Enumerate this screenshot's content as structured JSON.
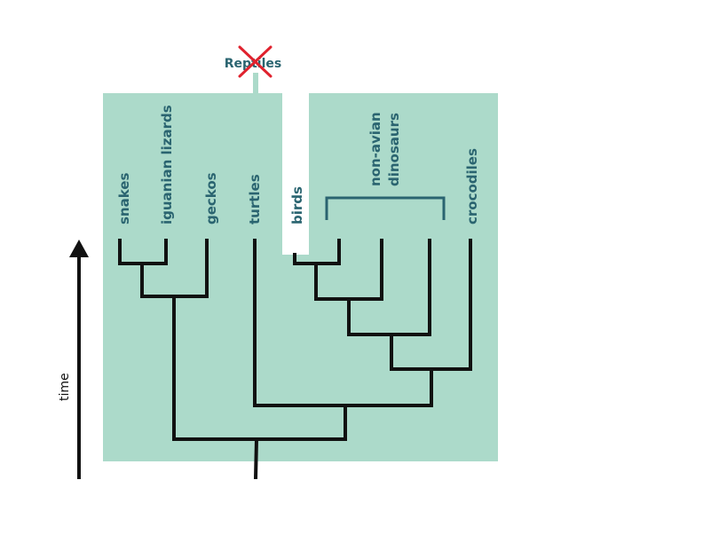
{
  "colors": {
    "panel": "#acdaca",
    "label": "#2a6470",
    "tree": "#111111",
    "cross": "#e0222e",
    "bracket": "#2a6470"
  },
  "group_title": "Reptiles",
  "time_label": "time",
  "taxa": {
    "snakes": "snakes",
    "iguanian_lizards": "iguanian lizards",
    "geckos": "geckos",
    "turtles": "turtles",
    "birds": "birds",
    "non_avian_line1": "non-avian",
    "non_avian_line2": "dinosaurs",
    "crocodiles": "crocodiles"
  },
  "icons": {
    "crossed_out": "x-cross-icon",
    "time_arrow": "up-arrow-icon"
  }
}
